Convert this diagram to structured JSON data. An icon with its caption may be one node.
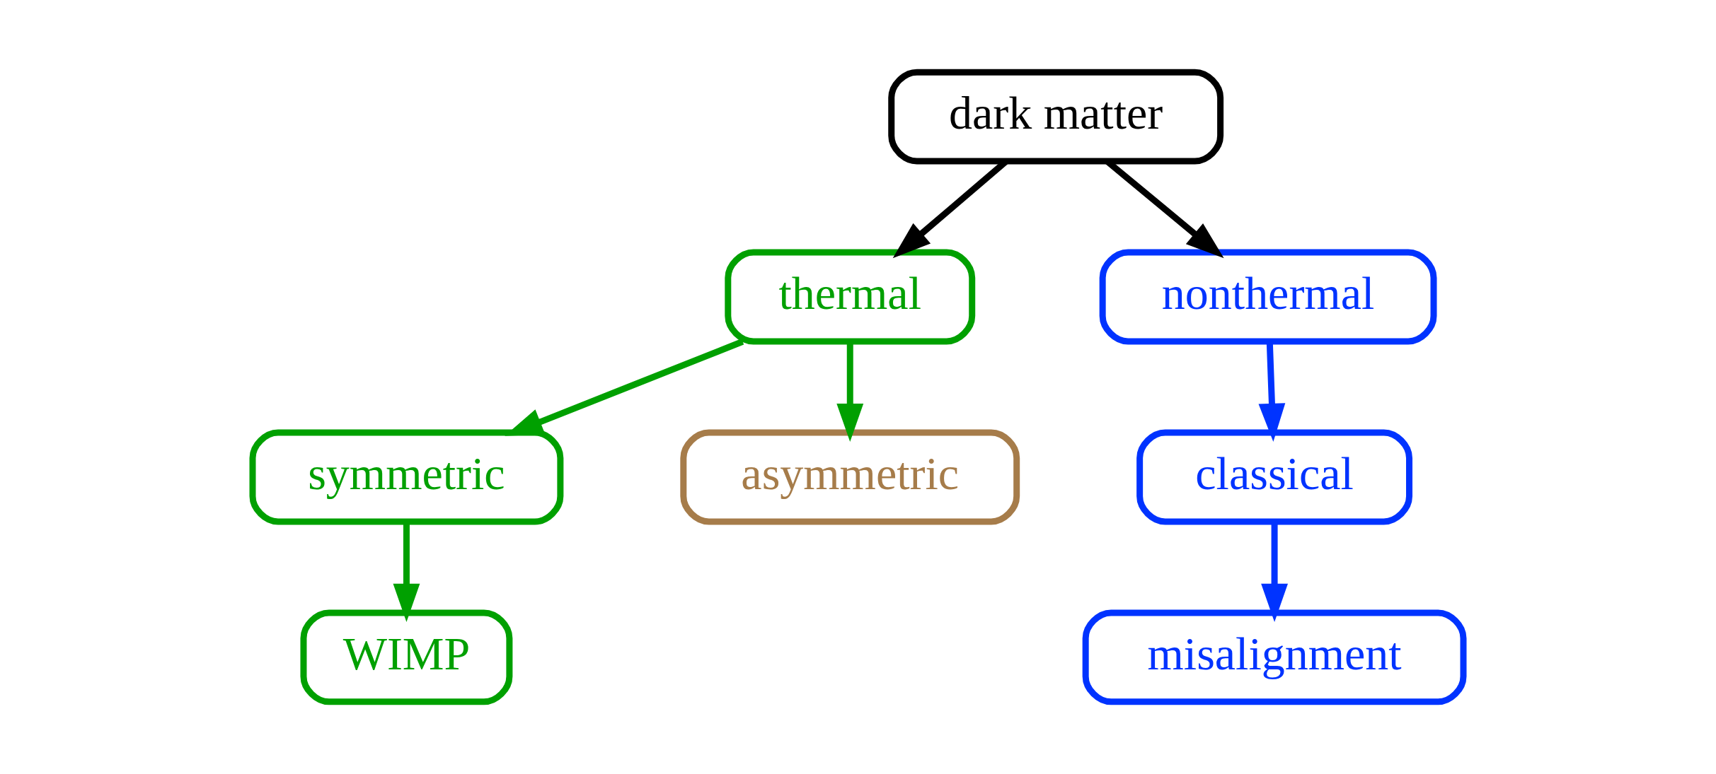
{
  "diagram": {
    "nodes": [
      {
        "text": [
          "dark matter"
        ]
      },
      {
        "text": [
          "thermal"
        ]
      },
      {
        "text": [
          "nonthermal"
        ]
      },
      {
        "text": [
          "symmetric"
        ]
      },
      {
        "text": [
          "asymmetric"
        ]
      },
      {
        "text": [
          "classical"
        ]
      },
      {
        "text": [
          "WIMP"
        ]
      },
      {
        "text": [
          "misalignment"
        ]
      }
    ],
    "edges": [
      {
        "from": 0,
        "to": 1,
        "arrow": "to",
        "color": "#000000"
      },
      {
        "from": 0,
        "to": 2,
        "arrow": "to",
        "color": "#000000"
      },
      {
        "from": 1,
        "to": 3,
        "arrow": "to",
        "color": "#00a000"
      },
      {
        "from": 1,
        "to": 4,
        "arrow": "to",
        "color": "#00a000"
      },
      {
        "from": 2,
        "to": 5,
        "arrow": "to",
        "color": "#0033ff"
      },
      {
        "from": 3,
        "to": 6,
        "arrow": "to",
        "color": "#00a000"
      },
      {
        "from": 5,
        "to": 7,
        "arrow": "to",
        "color": "#0033ff"
      }
    ]
  }
}
